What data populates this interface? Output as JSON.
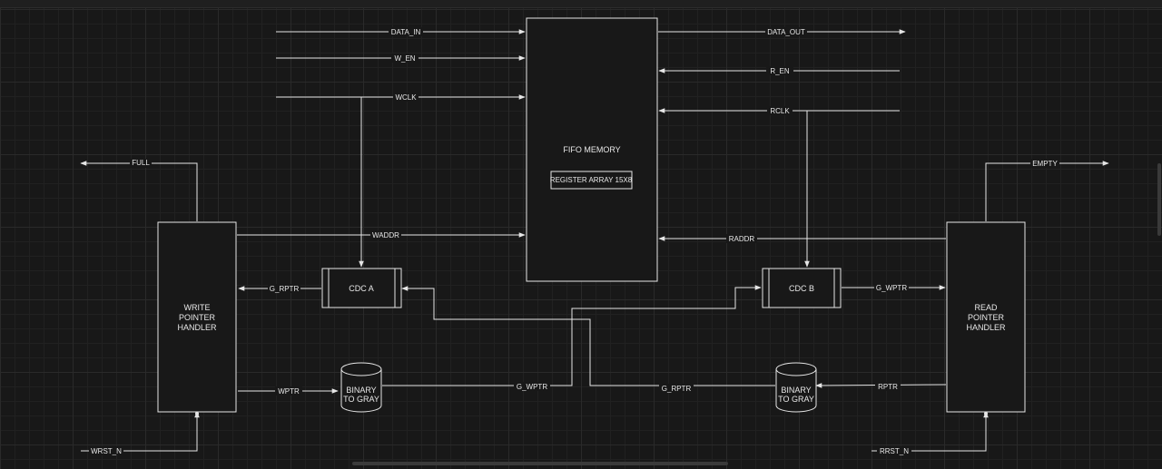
{
  "blocks": {
    "fifo_memory": "FIFO MEMORY",
    "register_array": "REGISTER ARRAY 15X8",
    "write_pointer": [
      "WRITE",
      "POINTER",
      "HANDLER"
    ],
    "read_pointer": [
      "READ",
      "POINTER",
      "HANDLER"
    ],
    "cdc_a": "CDC A",
    "cdc_b": "CDC B",
    "b2g_left": [
      "BINARY",
      "TO GRAY"
    ],
    "b2g_right": [
      "BINARY",
      "TO GRAY"
    ]
  },
  "signals": {
    "data_in": "DATA_IN",
    "w_en": "W_EN",
    "wclk": "WCLK",
    "data_out": "DATA_OUT",
    "r_en": "R_EN",
    "rclk": "RCLK",
    "full": "FULL",
    "empty": "EMPTY",
    "waddr": "WADDR",
    "raddr": "RADDR",
    "g_rptr_a": "G_RPTR",
    "g_wptr_b": "G_WPTR",
    "wptr": "WPTR",
    "rptr": "RPTR",
    "g_wptr_mid": "G_WPTR",
    "g_rptr_mid": "G_RPTR",
    "wrst_n": "WRST_N",
    "rrst_n": "RRST_N"
  },
  "colors": {
    "background": "#181818",
    "stroke": "#e6e6e6",
    "grid": "#2a2a2a"
  }
}
